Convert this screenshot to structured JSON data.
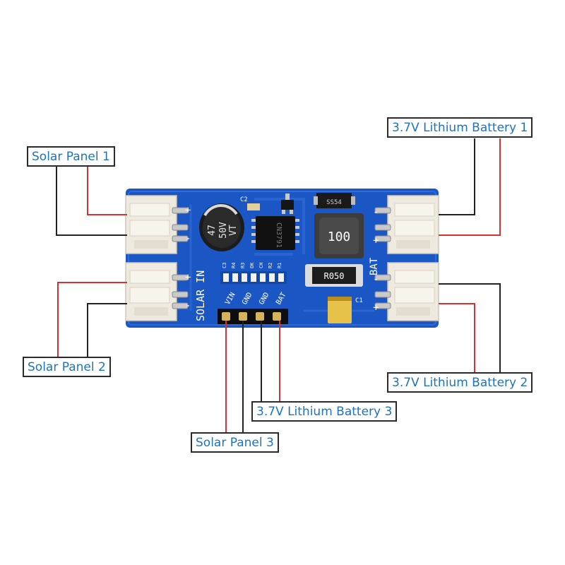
{
  "labels": {
    "solar_panel_1": "Solar Panel 1",
    "solar_panel_2": "Solar Panel 2",
    "solar_panel_3": "Solar Panel 3",
    "battery_1": "3.7V Lithium Battery 1",
    "battery_2": "3.7V Lithium Battery 2",
    "battery_3": "3.7V Lithium Battery 3"
  },
  "board": {
    "capacitor": {
      "line1": "47",
      "line2": "50V",
      "line3": "VT"
    },
    "cap_c2": "C2",
    "cap_c1": "C1",
    "inductor": "100",
    "resistor": "R050",
    "diode": "SS54",
    "chip": "CN3791",
    "solar_in": "SOLAR IN",
    "bat": "BAT",
    "plus": "+",
    "minus": "-",
    "pins": [
      "VIN",
      "GND",
      "GND",
      "BAT"
    ],
    "leds": [
      "C3",
      "R4",
      "R3",
      "OK",
      "CH",
      "R2",
      "R1"
    ]
  },
  "colors": {
    "board_blue": "#1a56c4",
    "wire_red": "#d93030",
    "wire_black": "#222222",
    "label_text": "#1e73be"
  }
}
